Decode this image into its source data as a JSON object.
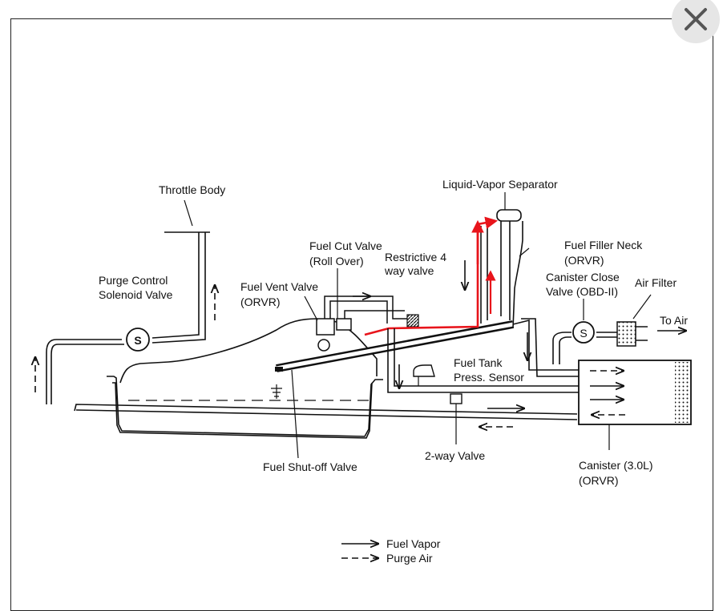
{
  "dialog": {
    "close_icon": "close-icon"
  },
  "diagram": {
    "labels": {
      "throttle_body": "Throttle Body",
      "liquid_vapor_separator": "Liquid-Vapor Separator",
      "fuel_cut_valve_1": "Fuel Cut Valve",
      "fuel_cut_valve_2": "(Roll Over)",
      "restrictive_1": "Restrictive 4",
      "restrictive_2": "way valve",
      "fuel_filler_neck_1": "Fuel Filler Neck",
      "fuel_filler_neck_2": "(ORVR)",
      "purge_control_1": "Purge  Control",
      "purge_control_2": "Solenoid Valve",
      "fuel_vent_valve_1": "Fuel Vent Valve",
      "fuel_vent_valve_2": "(ORVR)",
      "canister_close_1": "Canister Close",
      "canister_close_2": "Valve (OBD-II)",
      "air_filter": "Air Filter",
      "to_air": "To Air",
      "fuel_tank_sensor_1": "Fuel Tank",
      "fuel_tank_sensor_2": "Press. Sensor",
      "two_way_valve": "2-way Valve",
      "fuel_shutoff_valve": "Fuel Shut-off Valve",
      "canister_1": "Canister (3.0L)",
      "canister_2": "(ORVR)",
      "solenoid_symbol": "S",
      "close_valve_symbol": "S"
    },
    "legend": {
      "fuel_vapor": "Fuel Vapor",
      "purge_air": "Purge Air"
    },
    "highlight_color": "#e8141b"
  }
}
